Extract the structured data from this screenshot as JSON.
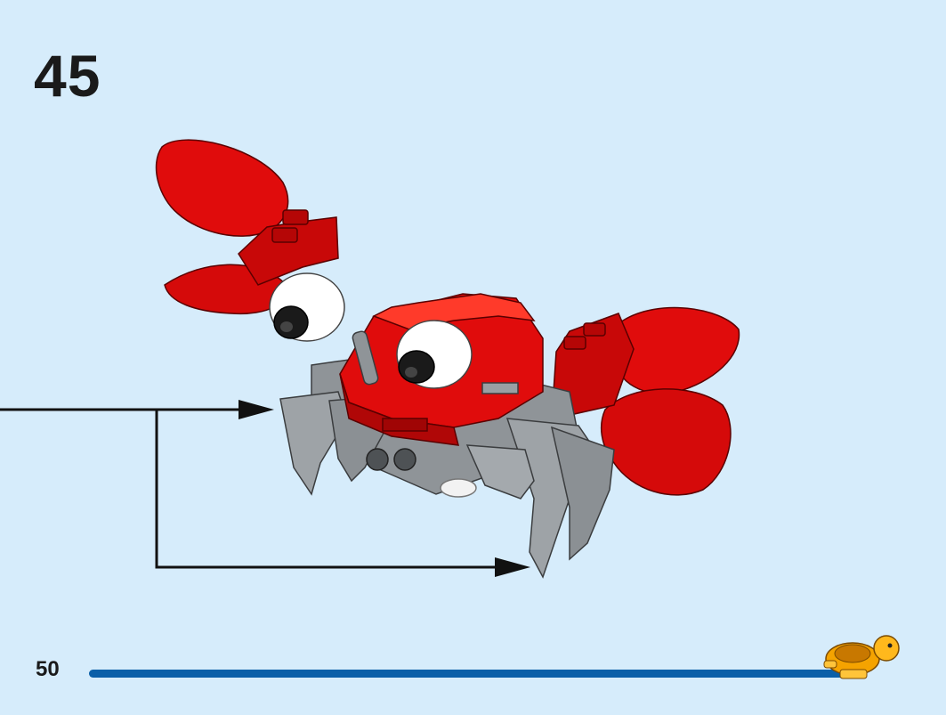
{
  "step": {
    "number": "45"
  },
  "footer": {
    "page_number": "50",
    "progress_fraction": 1.0
  },
  "colors": {
    "background": "#d6ecfb",
    "progress": "#0a5fa8",
    "brick_red": "#e00c0c",
    "brick_grey": "#8f9498",
    "eye_white": "#ffffff",
    "pupil_black": "#1a1a1a",
    "mascot_orange": "#f5a300"
  },
  "icons": [
    "crab-model-icon",
    "placement-arrow-icon",
    "turtle-mascot-icon"
  ]
}
